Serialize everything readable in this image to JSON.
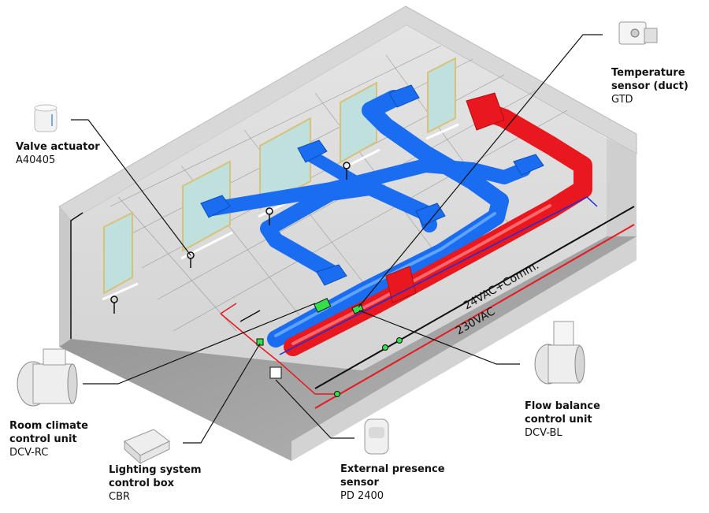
{
  "labels": {
    "valve_actuator": {
      "title": "Valve actuator",
      "code": "A40405"
    },
    "temperature_sensor": {
      "title": "Temperature\nsensor (duct)",
      "code": "GTD"
    },
    "room_climate": {
      "title": "Room climate\ncontrol unit",
      "code": "DCV-RC"
    },
    "lighting_box": {
      "title": "Lighting system\ncontrol box",
      "code": "CBR"
    },
    "presence_sensor": {
      "title": "External presence\nsensor",
      "code": "PD 2400"
    },
    "flow_balance": {
      "title": "Flow balance\ncontrol unit",
      "code": "DCV-BL"
    }
  },
  "wires": {
    "comm": "24VAC+Comm.",
    "power": "230VAC"
  },
  "colors": {
    "supply_duct": "#1a6cf0",
    "return_duct": "#e8181e",
    "wall_light": "#e6e6e6",
    "wall_dark": "#bdbdbd",
    "floor": "#9e9e9e",
    "window_glass": "#bfe0dc",
    "window_frame": "#d6c27a",
    "device_green": "#33e04a"
  }
}
